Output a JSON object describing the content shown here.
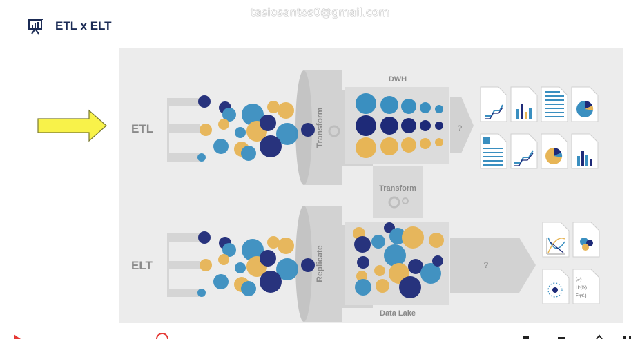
{
  "header": {
    "watermark": "tasiosantos0@gmail.com",
    "title": "ETL x ELT"
  },
  "diagram": {
    "etl_label": "ETL",
    "elt_label": "ELT",
    "transform_vertical": "Transform",
    "replicate_vertical": "Replicate",
    "dwh_label": "DWH",
    "transform_middle": "Transform",
    "datalake_label": "Data Lake",
    "q_etl": "?",
    "q_elt": "?",
    "formula_1": "(ₐᵇ)",
    "formula_2": "Hⁿ(¹⁄ₙ)",
    "formula_3": "Fⁿ(ᵃ⁄ₙ)"
  },
  "colors": {
    "navy": "#1e2a78",
    "blue": "#3a8fc0",
    "gold": "#e7b556",
    "panel": "#ececec",
    "shape": "#d6d6d6",
    "arrow_yellow": "#f8f24a"
  }
}
